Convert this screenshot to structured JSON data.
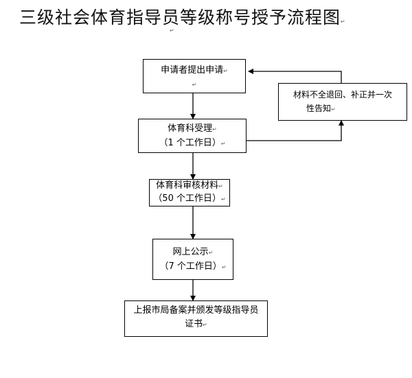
{
  "title": "三级社会体育指导员等级称号授予流程图",
  "para_mark": "↵",
  "steps": {
    "apply": {
      "line1": "申请者提出申请"
    },
    "accept": {
      "line1": "体育科受理",
      "line2": "（1 个工作日）"
    },
    "review": {
      "line1": "体育科审核材料",
      "line2": "（50 个工作日）"
    },
    "publicize": {
      "line1": "网上公示",
      "line2": "（7 个工作日）"
    },
    "report": {
      "line1": "上报市局备案并颁发等级指导员",
      "line2": "证书"
    }
  },
  "side_box": {
    "line1": "材料不全退回、补正并一次",
    "line2": "性告知"
  }
}
